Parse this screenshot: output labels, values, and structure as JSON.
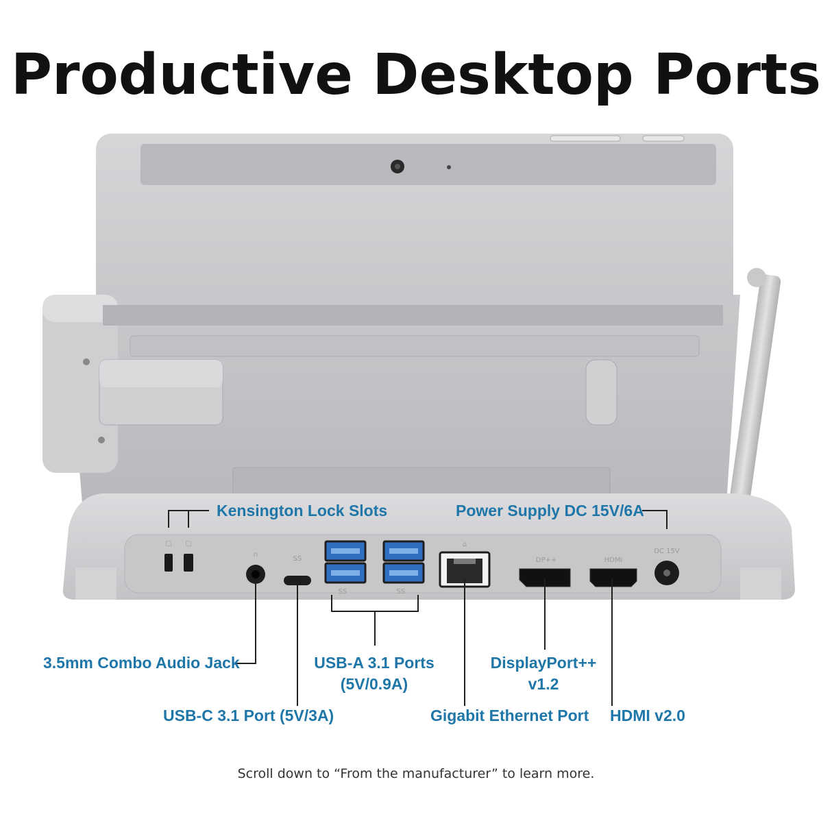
{
  "title": "Productive Desktop Ports",
  "labels": {
    "kensington": "Kensington Lock Slots",
    "power": "Power Supply DC 15V/6A",
    "audio": "3.5mm Combo Audio Jack",
    "usbc": "USB-C 3.1 Port (5V/3A)",
    "usba_line1": "USB-A 3.1 Ports",
    "usba_line2": "(5V/0.9A)",
    "ethernet": "Gigabit Ethernet Port",
    "dp_line1": "DisplayPort++",
    "dp_line2": "v1.2",
    "hdmi": "HDMI v2.0"
  },
  "port_marks": {
    "dp": "DP++",
    "hdmi": "HDMI",
    "dc": "DC 15V",
    "ss": "SS"
  },
  "footer": "Scroll down to “From the manufacturer” to learn more.",
  "colors": {
    "label": "#1f76a8",
    "usb3_blue": "#2f6fc2",
    "dock_gray": "#cfcfd2"
  }
}
